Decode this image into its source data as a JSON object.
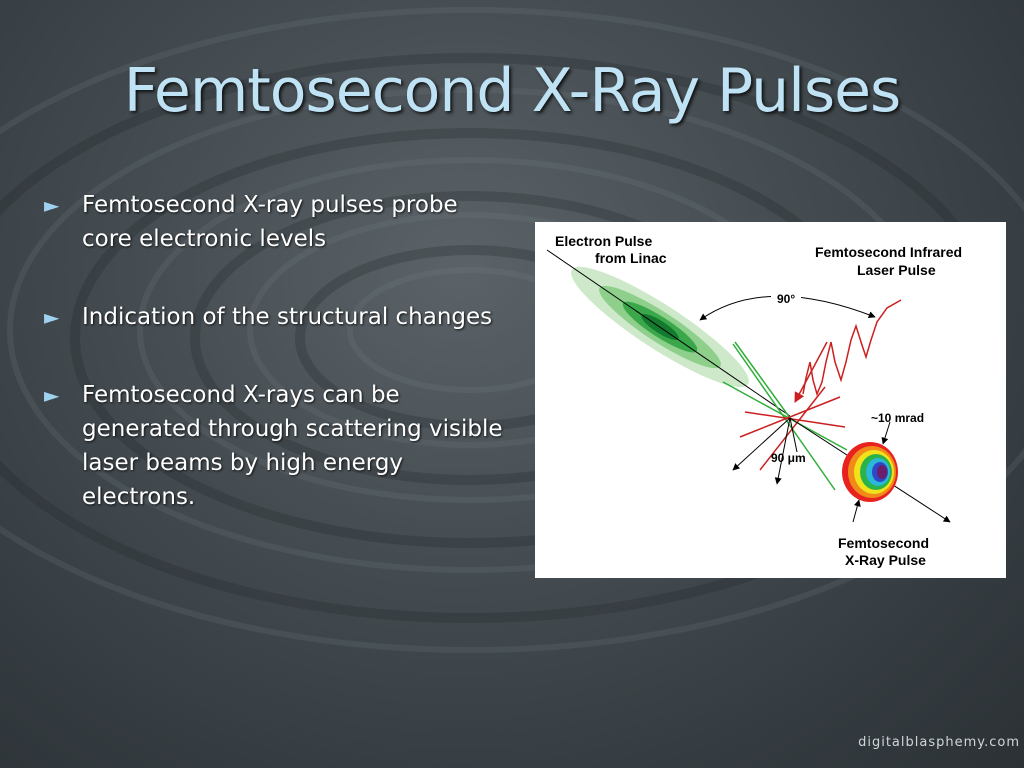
{
  "slide": {
    "title": "Femtosecond X-Ray Pulses",
    "bullets": [
      {
        "marker": "►",
        "text": "Femtosecond X-ray pulses probe core electronic levels"
      },
      {
        "marker": "►",
        "text": "Indication of the structural changes"
      },
      {
        "marker": "►",
        "text": "Femtosecond X-rays can be generated through scattering visible laser beams by high energy electrons."
      }
    ],
    "watermark": "digitalblasphemy.com"
  },
  "diagram": {
    "electron_label_line1": "Electron Pulse",
    "electron_label_line2": "from Linac",
    "laser_label_line1": "Femtosecond Infrared",
    "laser_label_line2": "Laser Pulse",
    "angle_label": "90°",
    "divergence_label": "~10 mrad",
    "size_label": "90 μm",
    "xray_label_line1": "Femtosecond",
    "xray_label_line2": "X-Ray Pulse",
    "colors": {
      "electron_pulse": "#1a9a3a",
      "laser_pulse": "#cc1f1f",
      "xray_rainbow": [
        "#6b1f6b",
        "#2b49c9",
        "#2bb7d6",
        "#2bb34a",
        "#f2e21a",
        "#f08a1a",
        "#e8231f"
      ]
    }
  }
}
